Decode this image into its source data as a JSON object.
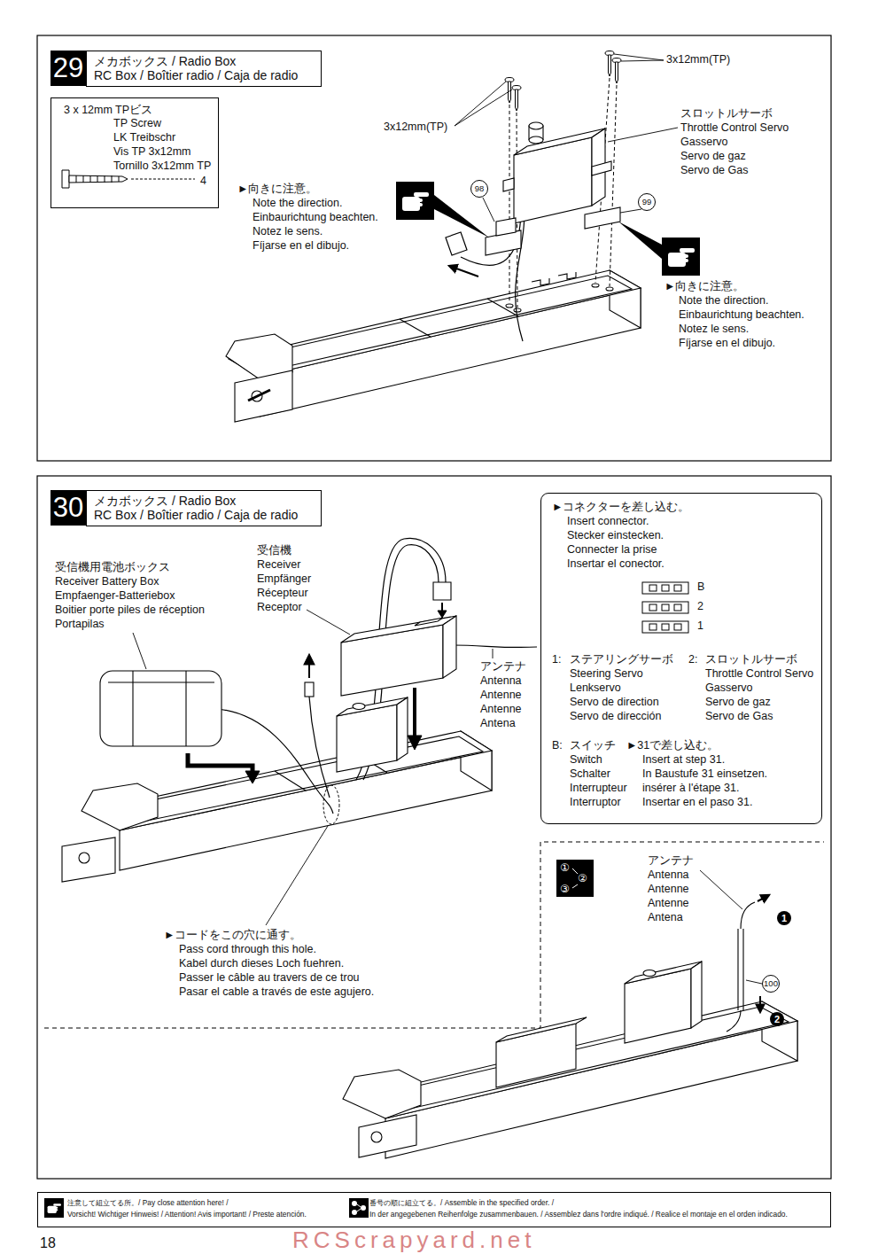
{
  "diagram": {
    "nodes": [
      {
        "text": [
          "29"
        ]
      },
      {
        "text": [
          "メカボックス / Radio Box",
          "RC Box / Boîtier radio / Caja de radio"
        ]
      },
      {
        "text": [
          "3 x 12mm TPビス",
          "TP Screw",
          "LK Treibschr",
          "Vis TP 3x12mm",
          "Tornillo 3x12mm TP",
          "4"
        ]
      },
      {
        "text": [
          "98"
        ]
      },
      {
        "text": [
          "99"
        ]
      },
      {
        "text": [
          "30"
        ]
      },
      {
        "text": [
          "メカボックス / Radio Box",
          "RC Box / Boîtier radio / Caja de radio"
        ]
      },
      {
        "text": [
          "►コネクターを差し込む。",
          "Insert connector.",
          "Stecker einstecken.",
          "Connecter la prise",
          "Insertar el conector.",
          "B",
          "2",
          "1",
          "1:",
          "ステアリングサーボ",
          "Steering Servo",
          "Lenkservo",
          "Servo de direction",
          "Servo de dirección",
          "2:",
          "スロットルサーボ",
          "Throttle Control Servo",
          "Gasservo",
          "Servo de gaz",
          "Servo de Gas",
          "B:",
          "スイッチ",
          "Switch",
          "Schalter",
          "Interrupteur",
          "Interruptor",
          "►31で差し込む。",
          "Insert at step 31.",
          "In Baustufe 31 einsetzen.",
          "insérer à l'étape 31.",
          "Insertar en el paso 31."
        ]
      },
      {
        "text": [
          "100"
        ]
      },
      {
        "text": [
          "注意して組立てる所。/ Pay close attention here! /",
          "Vorsicht!  Wichtiger Hinweis! / Attention! Avis important! / Preste atención.",
          "番号の順に組立てる。/ Assemble in the specified order. /",
          "In der angegebenen Reihenfolge zusammenbauen. / Assemblez dans l'ordre indiqué. / Realice el montaje en el orden indicado."
        ]
      }
    ],
    "labels": [
      "3x12mm(TP)",
      "3x12mm(TP)",
      "スロットルサーボ",
      "Throttle Control Servo",
      "Gasservo",
      "Servo de gaz",
      "Servo de Gas",
      "►向きに注意。",
      "Note the direction.",
      "Einbaurichtung beachten.",
      "Notez le sens.",
      "Fíjarse en el dibujo.",
      "►向きに注意。",
      "Note the direction.",
      "Einbaurichtung beachten.",
      "Notez le sens.",
      "Fíjarse en el dibujo.",
      "受信機用電池ボックス",
      "Receiver Battery Box",
      "Empfaenger-Batteriebox",
      "Boitier porte piles de réception",
      "Portapilas",
      "受信機",
      "Receiver",
      "Empfänger",
      "Récepteur",
      "Receptor",
      "アンテナ",
      "Antenna",
      "Antenne",
      "Antenne",
      "Antena",
      "►コードをこの穴に通す。",
      "Pass cord through this hole.",
      "Kabel durch dieses Loch fuehren.",
      "Passer le câble au travers de ce trou",
      "Pasar el cable a través de este agujero.",
      "①",
      "②",
      "③",
      "アンテナ",
      "Antenna",
      "Antenne",
      "Antenne",
      "Antena",
      "1",
      "2",
      "18",
      "RCScrapyard.net"
    ]
  }
}
